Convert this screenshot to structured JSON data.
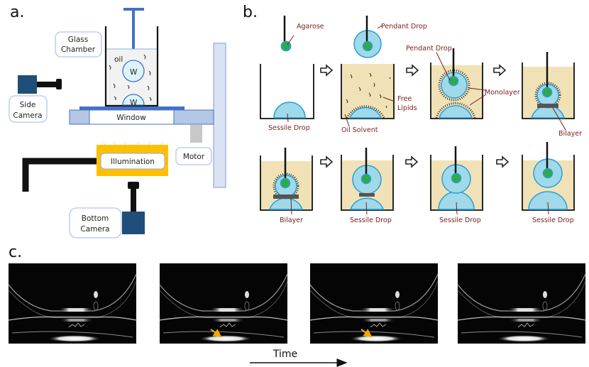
{
  "figure": {
    "panel_a": {
      "label": "a.",
      "labels": {
        "glass_chamber_line1": "Glass",
        "glass_chamber_line2": "Chamber",
        "oil": "oil",
        "water_top": "W",
        "water_bottom": "W",
        "side_camera_line1": "Side",
        "side_camera_line2": "Camera",
        "window": "Window",
        "motor": "Motor",
        "illumination": "Illumination",
        "bottom_camera_line1": "Bottom",
        "bottom_camera_line2": "Camera"
      },
      "colors": {
        "camera": "#1f4e79",
        "stage": "#b4c7e7",
        "rod": "#4472c4",
        "illumination": "#ffc000",
        "water": "#ddf3f8",
        "oil": "#f2f2f2"
      }
    },
    "panel_b": {
      "label": "b.",
      "row1": {
        "agarose": "Agarose",
        "pendant_drop_1": "Pendant Drop",
        "pendant_drop_2": "Pendant Drop",
        "sessile_drop": "Sessile Drop",
        "oil_solvent": "Oil Solvent",
        "free_lipids_line1": "Free",
        "free_lipids_line2": "Lipids",
        "monolayer": "Monolayer",
        "bilayer": "Bilayer"
      },
      "row2": {
        "bilayer": "Bilayer",
        "sessile_drop_1": "Sessile Drop",
        "sessile_drop_2": "Sessile Drop",
        "sessile_drop_3": "Sessile Drop"
      },
      "colors": {
        "oil": "#f0e2b6",
        "drop": "#9fd9ea",
        "drop_edge": "#2a9fd6",
        "agarose": "#2eaa4a",
        "label_text": "#7a1d1d"
      }
    },
    "panel_c": {
      "label": "c.",
      "frames": 4,
      "arrow_frames": [
        2,
        3
      ],
      "time_label": "Time",
      "arrow_color": "#f5a800"
    }
  }
}
